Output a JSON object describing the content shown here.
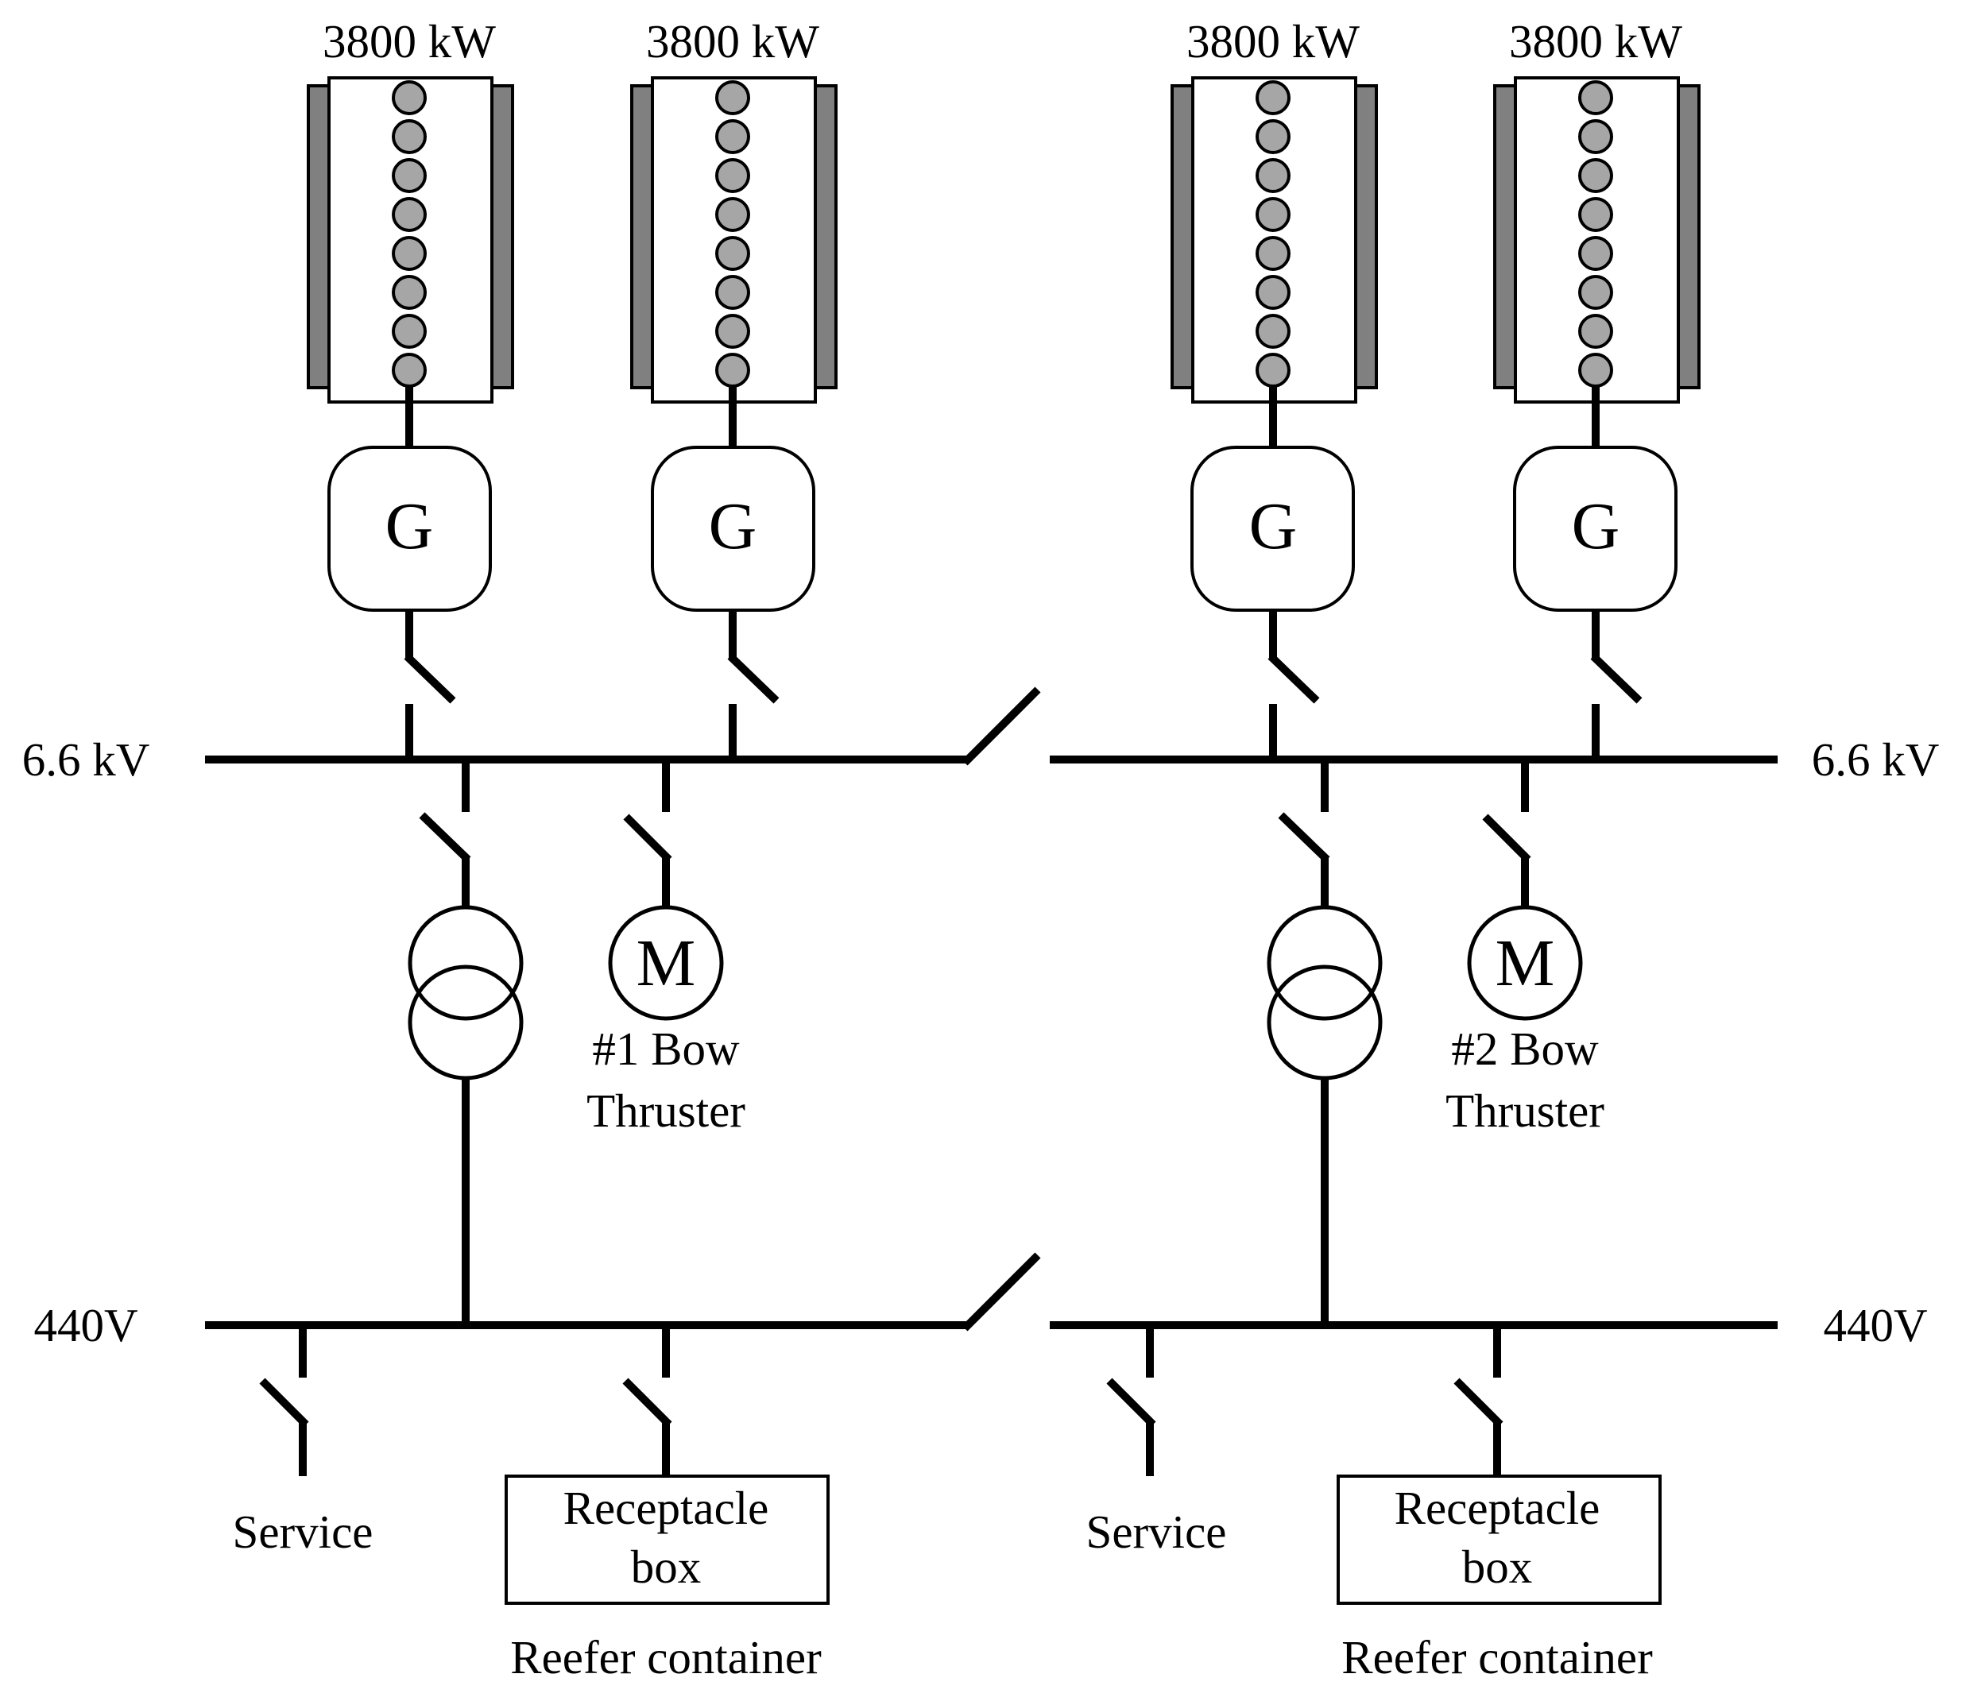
{
  "diagram": {
    "bus_labels": {
      "hv_left": "6.6 kV",
      "hv_right": "6.6 kV",
      "lv_left": "440V",
      "lv_right": "440V"
    },
    "generators": [
      {
        "rating": "3800 kW",
        "symbol": "G"
      },
      {
        "rating": "3800 kW",
        "symbol": "G"
      },
      {
        "rating": "3800 kW",
        "symbol": "G"
      },
      {
        "rating": "3800 kW",
        "symbol": "G"
      }
    ],
    "thrusters": [
      {
        "symbol": "M",
        "line1": "#1 Bow",
        "line2": "Thruster"
      },
      {
        "symbol": "M",
        "line1": "#2 Bow",
        "line2": "Thruster"
      }
    ],
    "feeders": [
      {
        "service": "Service",
        "box_line1": "Receptacle",
        "box_line2": "box",
        "caption": "Reefer container"
      },
      {
        "service": "Service",
        "box_line1": "Receptacle",
        "box_line2": "box",
        "caption": "Reefer container"
      }
    ]
  },
  "colors": {
    "line": "#000000",
    "engine_body": "#ffffff",
    "engine_side": "#808080",
    "coil": "#a6a6a6"
  }
}
